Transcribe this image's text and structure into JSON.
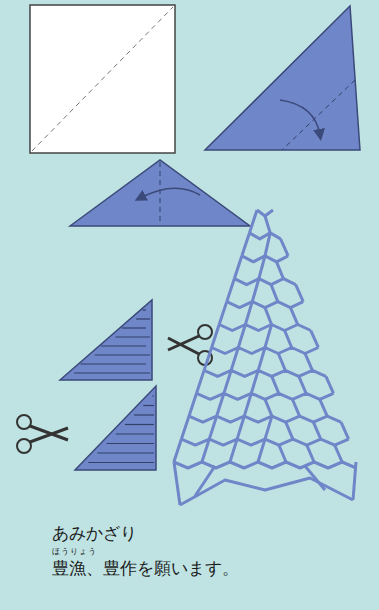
{
  "diagram": {
    "title": "あみかざり",
    "labels": [
      "ほうりょう",
      "豊漁、豊作を願います。"
    ]
  }
}
